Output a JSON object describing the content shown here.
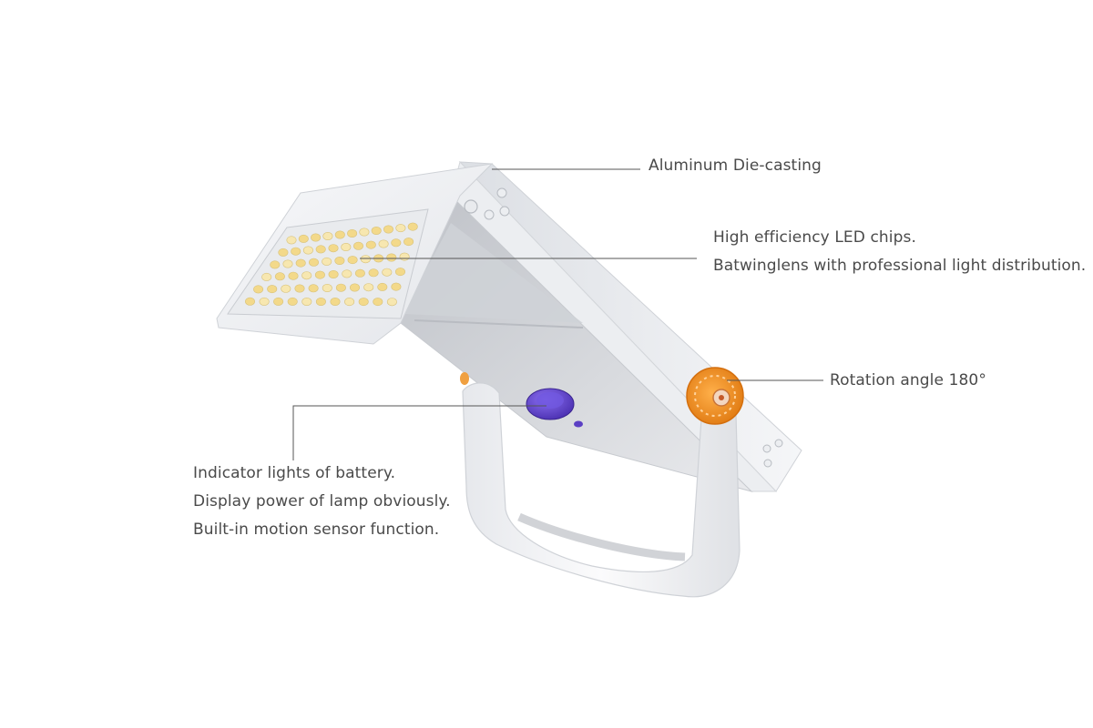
{
  "callouts": {
    "housing": {
      "lines": [
        "Aluminum Die-casting"
      ]
    },
    "led": {
      "lines": [
        "High efficiency LED chips.",
        "Batwinglens with professional light distribution."
      ]
    },
    "rotation": {
      "lines": [
        "Rotation angle 180°"
      ]
    },
    "battery": {
      "lines": [
        "Indicator lights of battery.",
        "Display power of lamp obviously.",
        "Built-in motion sensor function."
      ]
    }
  },
  "colors": {
    "background": "#ffffff",
    "text": "#4a4a4a",
    "leader_line": "#555555",
    "housing_white": "#f4f5f7",
    "knob_orange": "#f08c1e",
    "indicator_purple": "#5b3fc4",
    "led_warm": "#f3d98a"
  }
}
